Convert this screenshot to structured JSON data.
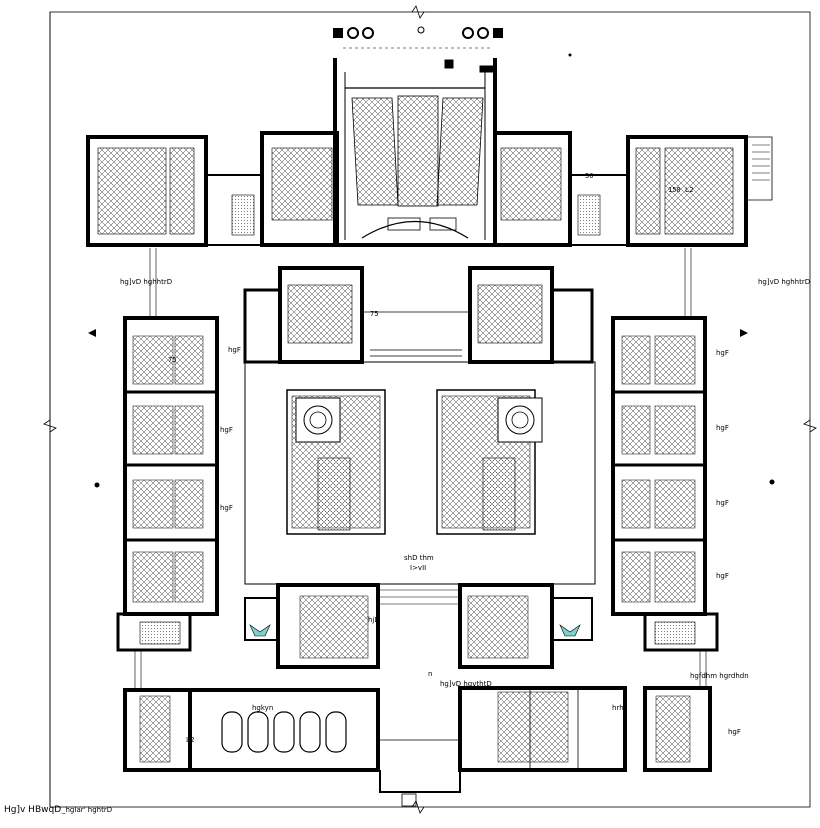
{
  "plan": {
    "footer_title": "Hg]v HBwqD",
    "footer_subtitle": "_hgIar' hghtrD",
    "courtyard_label": "shD thm",
    "courtyard_sublabel": "I>vII",
    "entrance_label": "hg]vD hgvthtD",
    "small_mark": "n",
    "east_lobby_label": "hg]vD hghhtrD",
    "west_lobby_label": "hg]vD hghhtrD",
    "east_label_lower": "hgfdhm hgrdhdn",
    "room_label": "hgF",
    "room_number_50": "50",
    "room_number_75": "75",
    "room_number_150": "150",
    "room_number_l2": "L2",
    "room_label_alt": "hjD",
    "room_label_alt2": "hgkyn",
    "room_label_lab": "hrhl"
  }
}
